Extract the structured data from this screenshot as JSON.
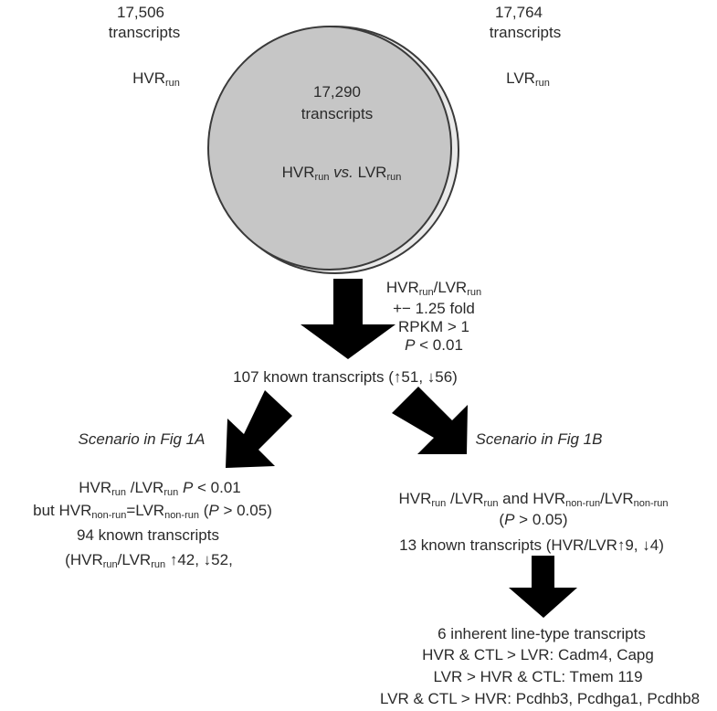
{
  "venn": {
    "left_count": "17,506",
    "left_unit": "transcripts",
    "left_label": "HVR",
    "left_label_sub": "run",
    "right_count": "17,764",
    "right_unit": "transcripts",
    "right_label": "LVR",
    "right_label_sub": "run",
    "overlap_count": "17,290",
    "overlap_unit": "transcripts",
    "overlap_label_a": "HVR",
    "overlap_label_a_sub": "run",
    "overlap_vs": "vs.",
    "overlap_label_b": "LVR",
    "overlap_label_b_sub": "run"
  },
  "filter": {
    "ratio_a": "HVR",
    "ratio_a_sub": "run",
    "ratio_b": "/LVR",
    "ratio_b_sub": "run",
    "fold": "+− 1.25 fold",
    "rpkm": "RPKM > 1",
    "p_symbol": "P",
    "p_value": " < 0.01"
  },
  "known": {
    "text": "107 known transcripts (↑51, ↓56)"
  },
  "scenario_a": {
    "title": "Scenario in Fig 1A",
    "l1_a": "HVR",
    "l1_a_sub": "run",
    "l1_b": " /LVR",
    "l1_b_sub": "run",
    "l1_p": "P",
    "l1_c": " < 0.01",
    "l2_a": "but HVR",
    "l2_a_sub": "non-run",
    "l2_b": "=LVR",
    "l2_b_sub": "non-run",
    "l2_p": "P",
    "l2_c": " > 0.05)",
    "l2_open": " (",
    "l3": "94 known transcripts",
    "l4_a": "(HVR",
    "l4_a_sub": "run",
    "l4_b": "/LVR",
    "l4_b_sub": "run",
    "l4_c": " ↑42, ↓52,"
  },
  "scenario_b": {
    "title": "Scenario in Fig 1B",
    "l1_a": "HVR",
    "l1_a_sub": "run",
    "l1_b": " /LVR",
    "l1_b_sub": "run",
    "l1_c": " and HVR",
    "l1_c_sub": "non-run",
    "l1_d": "/LVR",
    "l1_d_sub": "non-run",
    "l2_open": "(",
    "l2_p": "P",
    "l2_c": " > 0.05)",
    "l3": "13 known transcripts (HVR/LVR↑9, ↓4)"
  },
  "inherent": {
    "title": "6 inherent line-type transcripts",
    "l1": "HVR & CTL > LVR: Cadm4, Capg",
    "l2": "LVR > HVR & CTL: Tmem 119",
    "l3": "LVR & CTL > HVR: Pcdhb3, Pcdhga1, Pcdhb8"
  },
  "colors": {
    "circle_fill": "#c6c6c6",
    "circle_stroke": "#3a3a3a",
    "arrow": "#000000",
    "text": "#2a2a2a"
  }
}
